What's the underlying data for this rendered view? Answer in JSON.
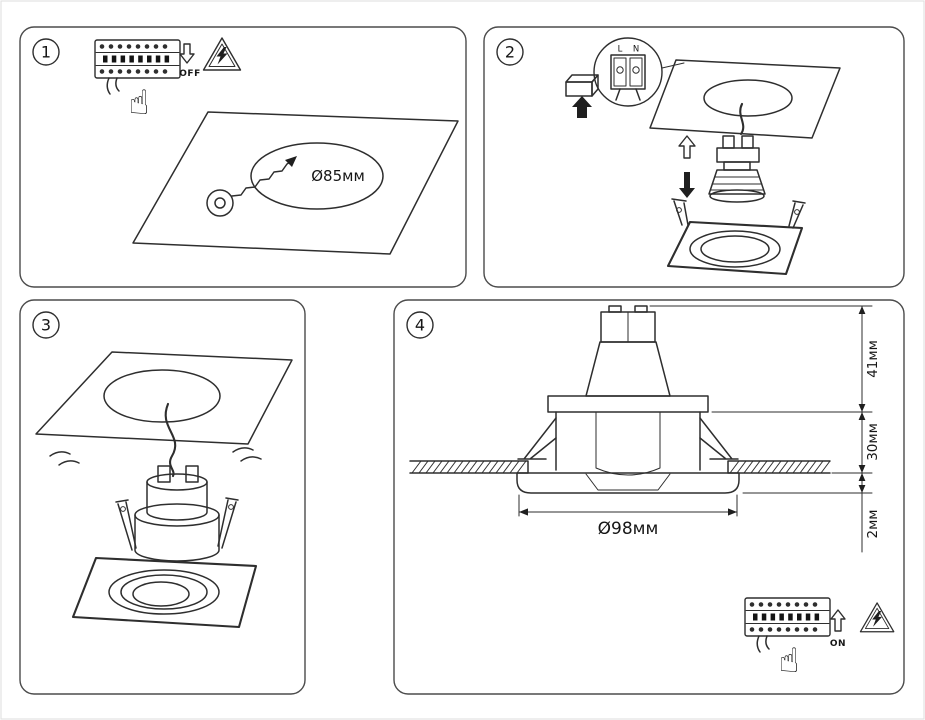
{
  "document": {
    "type": "recessed-downlight-installation-instructions"
  },
  "icons": {
    "pointing_hand": "☝"
  },
  "panels": [
    {
      "number": "1",
      "power_label": "OFF",
      "hole_diameter": "Ø85мм"
    },
    {
      "number": "2",
      "terminal_left": "L",
      "terminal_right": "N"
    },
    {
      "number": "3"
    },
    {
      "number": "4",
      "dim_above_ceiling": "41мм",
      "dim_recess": "30мм",
      "dim_trim": "2мм",
      "trim_diameter": "Ø98мм",
      "power_label": "ON"
    }
  ]
}
